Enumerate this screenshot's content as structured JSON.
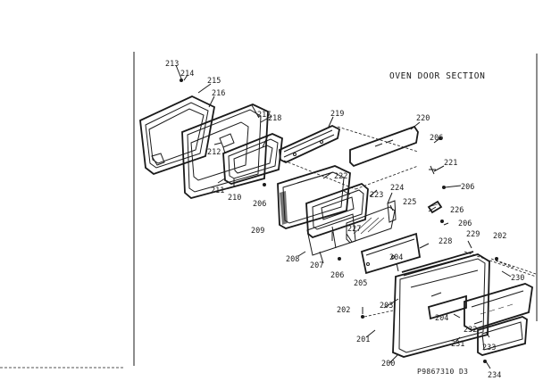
{
  "title": "OVEN DOOR SECTION",
  "drawing_code": "P9867310 D3",
  "labels": {
    "l200": "200",
    "l201": "201",
    "l202a": "202",
    "l202b": "202",
    "l203": "203",
    "l204a": "204",
    "l204b": "204",
    "l205": "205",
    "l206a": "206",
    "l206b": "206",
    "l206c": "206",
    "l206d": "206",
    "l206e": "206",
    "l207": "207",
    "l208": "208",
    "l209": "209",
    "l210": "210",
    "l211": "211",
    "l212": "212",
    "l213": "213",
    "l214": "214",
    "l215": "215",
    "l216": "216",
    "l217": "217",
    "l218": "218",
    "l219": "219",
    "l220": "220",
    "l221": "221",
    "l222": "222",
    "l223": "223",
    "l224": "224",
    "l225": "225",
    "l226": "226",
    "l227": "227",
    "l228": "228",
    "l229": "229",
    "l230": "230",
    "l231": "231",
    "l232": "232",
    "l233": "233",
    "l234": "234"
  }
}
